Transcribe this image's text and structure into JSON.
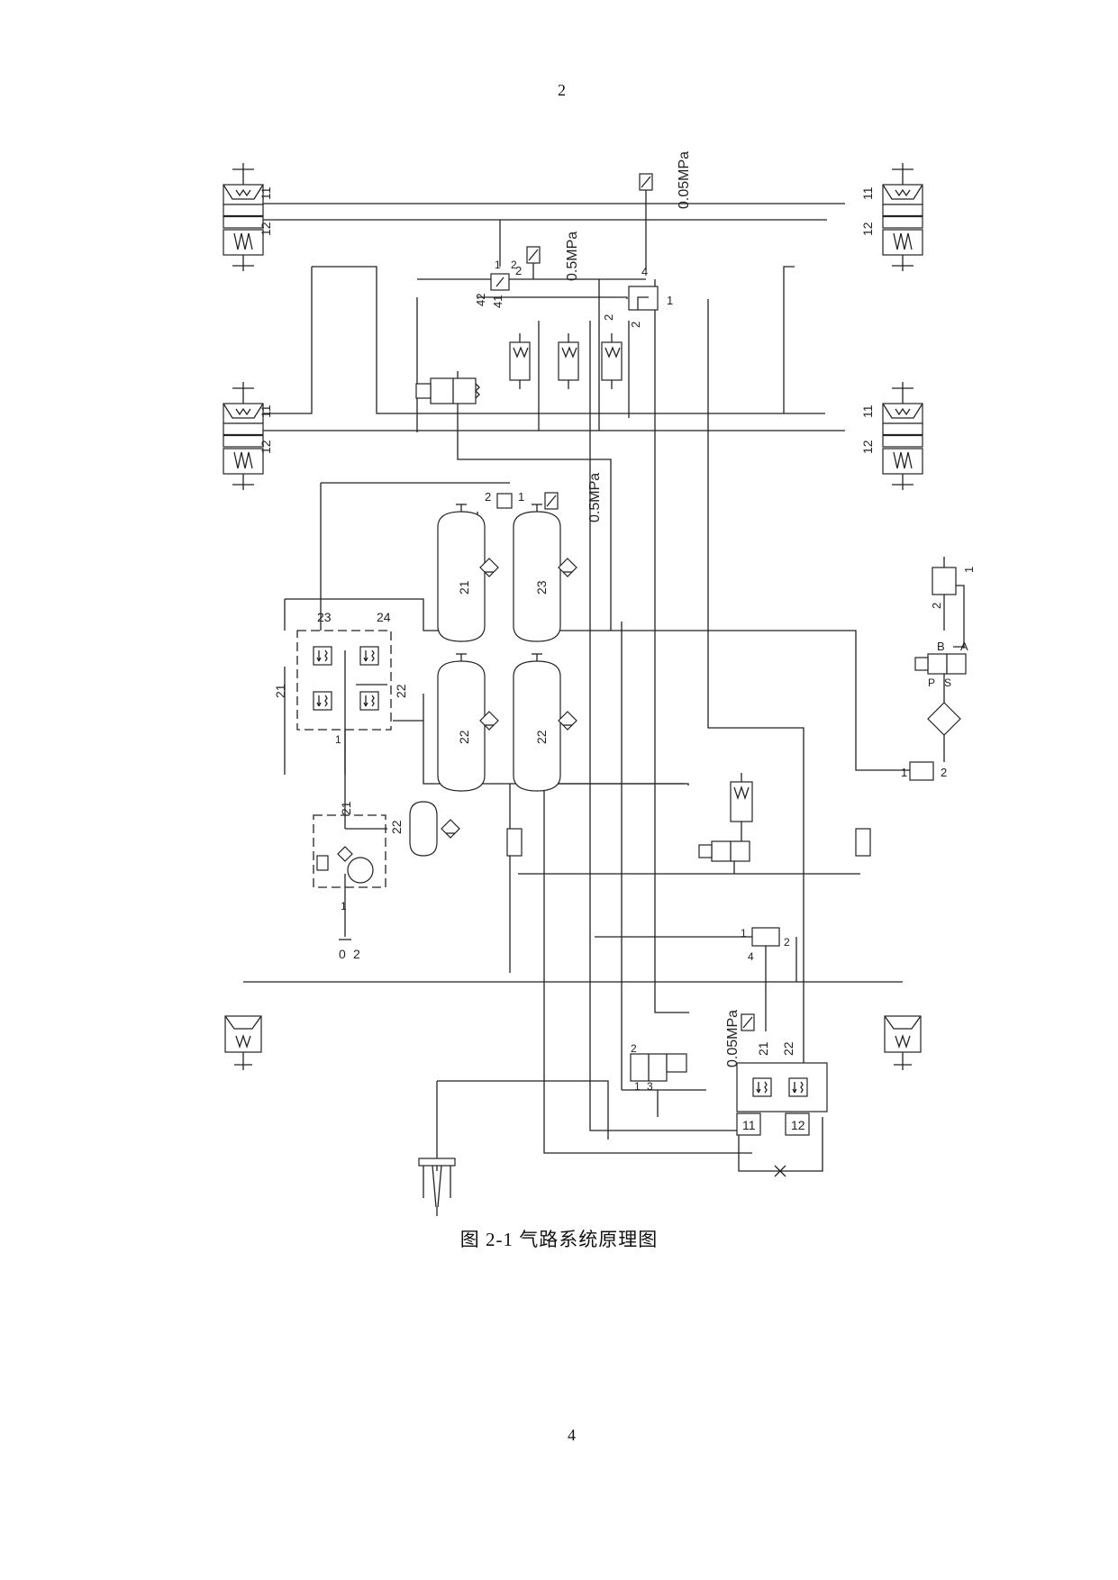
{
  "page": {
    "top_number": "2",
    "bottom_number": "4",
    "caption": "图 2-1  气路系统原理图"
  },
  "diagram": {
    "port_labels": {
      "p11": "11",
      "p12": "12",
      "p21": "21",
      "p22": "22",
      "p23": "23",
      "p24": "24",
      "p1": "1",
      "p2": "2",
      "p3": "3",
      "p4": "4",
      "p41": "41",
      "p42": "42",
      "p0": "0",
      "pB": "B",
      "pA": "A",
      "pP": "P",
      "pS": "S"
    },
    "pressure": {
      "top": "0.05MPa",
      "relay": "0.5MPa",
      "tank": "0.5MPa",
      "brake": "0.05MPa"
    }
  }
}
